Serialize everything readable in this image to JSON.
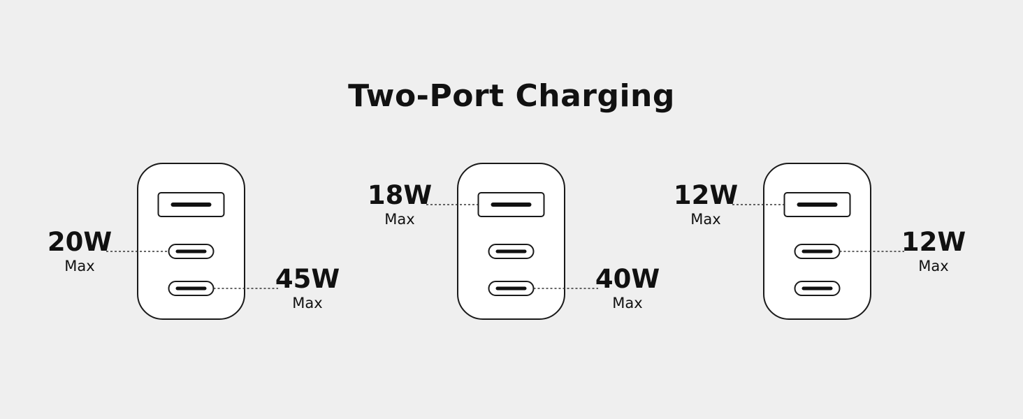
{
  "title": "Two-Port Charging",
  "colors": {
    "background": "#efefef",
    "ink": "#111111",
    "charger": "#ffffff"
  },
  "scenarios": [
    {
      "labels": [
        {
          "port": "usb-c1",
          "side": "left",
          "watt": "20W",
          "max": "Max"
        },
        {
          "port": "usb-c2",
          "side": "right",
          "watt": "45W",
          "max": "Max"
        }
      ]
    },
    {
      "labels": [
        {
          "port": "usb-a",
          "side": "left",
          "watt": "18W",
          "max": "Max"
        },
        {
          "port": "usb-c2",
          "side": "right",
          "watt": "40W",
          "max": "Max"
        }
      ]
    },
    {
      "labels": [
        {
          "port": "usb-a",
          "side": "left",
          "watt": "12W",
          "max": "Max"
        },
        {
          "port": "usb-c1",
          "side": "right",
          "watt": "12W",
          "max": "Max"
        }
      ]
    }
  ]
}
